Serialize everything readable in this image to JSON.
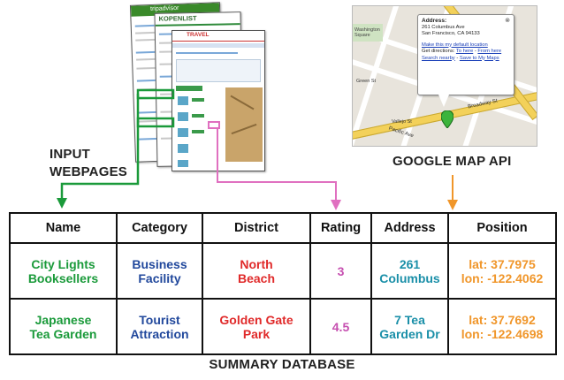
{
  "labels": {
    "input_line1": "INPUT",
    "input_line2": "WEBPAGES",
    "api": "GOOGLE MAP API",
    "summary": "SUMMARY DATABASE"
  },
  "pages": {
    "back_header": "tripadvisor",
    "mid_header": "KOPENLIST",
    "front_header": "TRAVEL"
  },
  "map": {
    "address_title": "Address:",
    "address_line1": "261 Columbus Ave",
    "address_line2": "San Francisco, CA 94133",
    "default_link": "Make this my default location",
    "directions_prefix": "Get directions:",
    "to_here": "To here",
    "from_here": "From here",
    "search_nearby": "Search nearby",
    "save_maps": "Save to My Maps",
    "close": "⊗",
    "street_labels": [
      "Washington Square",
      "Broadway St",
      "Pacific Ave",
      "Green St",
      "Vallejo St"
    ]
  },
  "table": {
    "headers": [
      "Name",
      "Category",
      "District",
      "Rating",
      "Address",
      "Position"
    ],
    "rows": [
      {
        "name": [
          "City Lights",
          "Booksellers"
        ],
        "category": [
          "Business",
          "Facility"
        ],
        "district": [
          "North",
          "Beach"
        ],
        "rating": "3",
        "address": [
          "261",
          "Columbus"
        ],
        "position": [
          "lat: 37.7975",
          "lon: -122.4062"
        ]
      },
      {
        "name": [
          "Japanese",
          "Tea Garden"
        ],
        "category": [
          "Tourist",
          "Attraction"
        ],
        "district": [
          "Golden Gate",
          "Park"
        ],
        "rating": "4.5",
        "address": [
          "7 Tea",
          "Garden Dr"
        ],
        "position": [
          "lat: 37.7692",
          "lon: -122.4698"
        ]
      }
    ]
  },
  "colors": {
    "green_arrow": "#1a9a3a",
    "pink_arrow": "#e070c0",
    "orange_arrow": "#f0962a"
  }
}
